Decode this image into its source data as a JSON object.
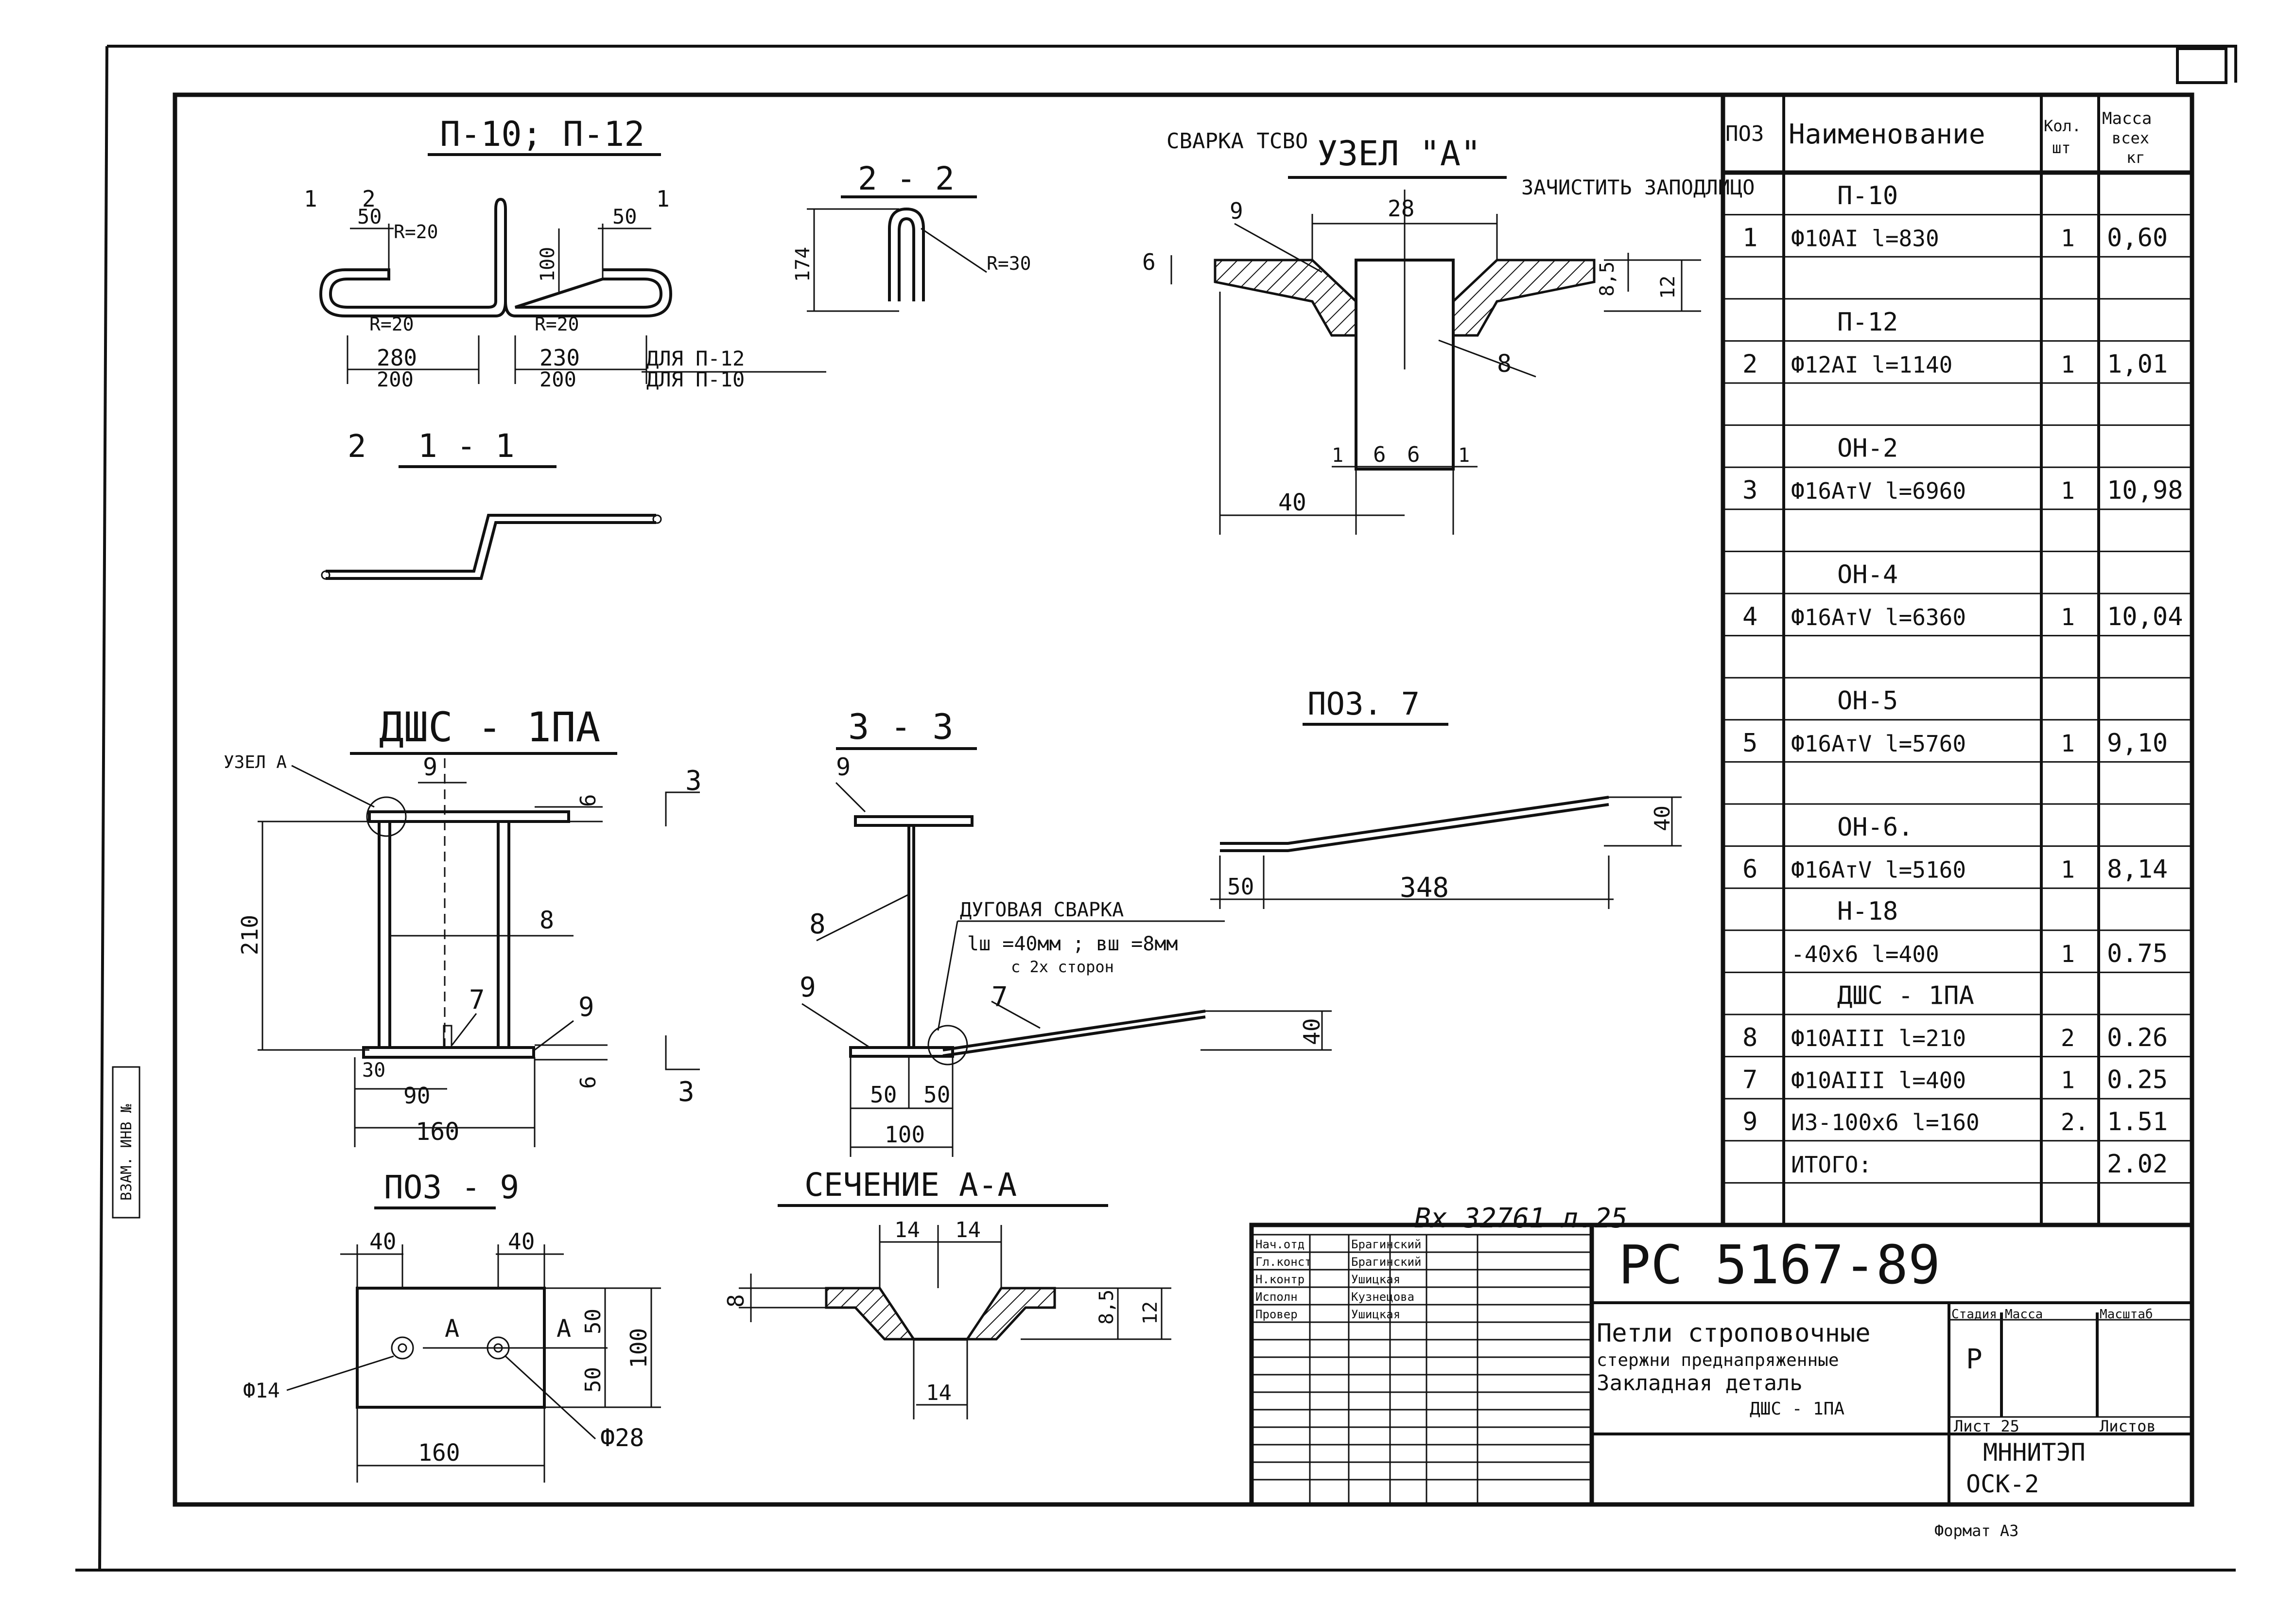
{
  "drawing": {
    "views": {
      "p10_title": "П-10; П-12",
      "sec11_title": "1 - 1",
      "sec22_title": "2 - 2",
      "uzel_title": "УЗЕЛ \"А\"",
      "dsh_title": "ДШС - 1ПА",
      "sec33_title": "3 - 3",
      "poz7_title": "ПОЗ. 7",
      "poz9_title": "ПОЗ - 9",
      "secAA_title": "СЕЧЕНИЕ А-А"
    },
    "p10": {
      "cut1": "1",
      "cut2": "2",
      "d50a": "50",
      "d50b": "50",
      "r20a": "R=20",
      "r20b": "R=20",
      "r20c": "R=20",
      "d100": "100",
      "d280": "280",
      "d200a": "200",
      "d230": "230",
      "d200b": "200",
      "note1": "ДЛЯ  П-12",
      "note2": "ДЛЯ  П-10",
      "cutlabel2": "2"
    },
    "sec22": {
      "d174": "174",
      "r30": "R=30"
    },
    "uzel": {
      "weld_label": "СВАРКА ТСВО",
      "clean_label": "ЗАЧИСТИТЬ ЗАПОДЛИЦО",
      "d28": "28",
      "d6": "6",
      "d85": "8,5",
      "d12": "12",
      "pos9": "9",
      "pos8": "8",
      "d1a": "1",
      "d6a": "6",
      "d6b": "6",
      "d1b": "1",
      "d40": "40"
    },
    "dsh": {
      "uzel_ref": "УЗЕЛ А",
      "pos9a": "9",
      "pos8": "8",
      "pos7": "7",
      "pos9b": "9",
      "d6a": "6",
      "d210": "210",
      "d30": "30",
      "d90": "90",
      "d160": "160",
      "d6b": "6",
      "cut3a": "3",
      "cut3b": "3"
    },
    "sec33": {
      "pos9a": "9",
      "pos8": "8",
      "pos9b": "9",
      "pos7": "7",
      "weld1": "ДУГОВАЯ СВАРКА",
      "weld2": "lш =40мм ; вш =8мм",
      "weld3": "с 2х сторон",
      "d40": "40",
      "d50a": "50",
      "d50b": "50",
      "d100": "100"
    },
    "poz7": {
      "d50": "50",
      "d348": "348",
      "d40": "40"
    },
    "poz9": {
      "d40a": "40",
      "d40b": "40",
      "labA": "А",
      "labA2": "А",
      "d50a": "50",
      "d50b": "50",
      "d100": "100",
      "phi14": "Ф14",
      "phi28": "Ф28",
      "d160": "160"
    },
    "secAA": {
      "d14a": "14",
      "d14b": "14",
      "d8": "8",
      "d85": "8,5",
      "d12": "12",
      "d14c": "14"
    },
    "side_stamp": "ВЗАМ. ИНВ №",
    "inv_note": "Вх 32761  л.25"
  },
  "table": {
    "headers": {
      "pos": "ПОЗ",
      "name": "Наименование",
      "qty": "Кол. шт",
      "mass": "Масса всех кг"
    },
    "rows": [
      {
        "type": "group",
        "name": "П-10"
      },
      {
        "type": "item",
        "pos": "1",
        "name": "Ф10АI  l=830",
        "qty": "1",
        "mass": "0,60"
      },
      {
        "type": "blank"
      },
      {
        "type": "group",
        "name": "П-12"
      },
      {
        "type": "item",
        "pos": "2",
        "name": "Ф12АI  l=1140",
        "qty": "1",
        "mass": "1,01"
      },
      {
        "type": "blank"
      },
      {
        "type": "group",
        "name": "ОН-2"
      },
      {
        "type": "item",
        "pos": "3",
        "name": "Ф16АтV  l=6960",
        "qty": "1",
        "mass": "10,98"
      },
      {
        "type": "blank"
      },
      {
        "type": "group",
        "name": "ОН-4"
      },
      {
        "type": "item",
        "pos": "4",
        "name": "Ф16АтV  l=6360",
        "qty": "1",
        "mass": "10,04"
      },
      {
        "type": "blank"
      },
      {
        "type": "group",
        "name": "ОН-5"
      },
      {
        "type": "item",
        "pos": "5",
        "name": "Ф16АтV  l=5760",
        "qty": "1",
        "mass": "9,10"
      },
      {
        "type": "blank"
      },
      {
        "type": "group",
        "name": "ОН-6."
      },
      {
        "type": "item",
        "pos": "6",
        "name": "Ф16АтV  l=5160",
        "qty": "1",
        "mass": "8,14"
      },
      {
        "type": "group",
        "name": "Н-18"
      },
      {
        "type": "item",
        "pos": "",
        "name": "-40х6  l=400",
        "qty": "1",
        "mass": "0.75"
      },
      {
        "type": "group",
        "name": "ДШС - 1ПА"
      },
      {
        "type": "item",
        "pos": "8",
        "name": "Ф10АIII  l=210",
        "qty": "2",
        "mass": "0.26"
      },
      {
        "type": "item",
        "pos": "7",
        "name": "Ф10АIII  l=400",
        "qty": "1",
        "mass": "0.25"
      },
      {
        "type": "item",
        "pos": "9",
        "name": "ИЗ-100х6  l=160",
        "qty": "2.",
        "mass": "1.51"
      },
      {
        "type": "item",
        "pos": "",
        "name": "ИТОГО:",
        "qty": "",
        "mass": "2.02"
      },
      {
        "type": "blank"
      }
    ]
  },
  "title_block": {
    "doc_number": "РС 5167-89",
    "description_lines": [
      "Петли строповочные",
      "стержни преднапряженные",
      "Закладная деталь",
      "ДШС - 1ПА"
    ],
    "stage_header": "Стадия",
    "mass_header": "Масса",
    "scale_header": "Масштаб",
    "stage": "Р",
    "sheet": "Лист 25",
    "sheets": "Листов",
    "org": "МННИТЭП",
    "org2": "ОСК-2",
    "format": "Формат А3",
    "signatures": [
      {
        "role": "Нач.отд",
        "name": "Брагинский"
      },
      {
        "role": "Гл.конст",
        "name": "Брагинский"
      },
      {
        "role": "Н.контр",
        "name": "Ушицкая"
      },
      {
        "role": "Исполн",
        "name": "Кузнецова"
      },
      {
        "role": "Провер",
        "name": "Ушицкая"
      }
    ]
  }
}
